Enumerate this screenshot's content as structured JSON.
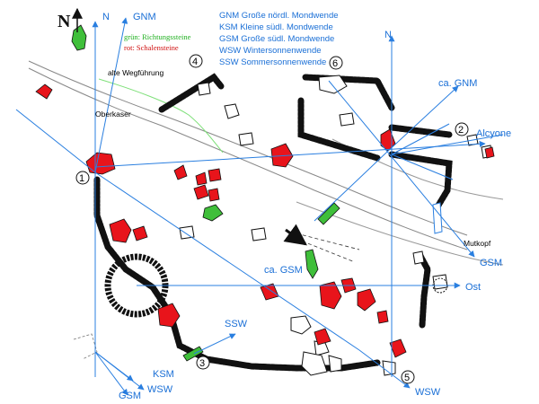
{
  "north_symbol": {
    "letter": "N"
  },
  "legend": {
    "green": "grün: Richtungssteine",
    "red": "rot: Schalensteine",
    "abbreviations": [
      "GNM Große nördl. Mondwende",
      "KSM Kleine südl. Mondwende",
      "GSM Große südl. Mondwende",
      "WSW Wintersonnenwende",
      "SSW Sommersonnenwende"
    ]
  },
  "labels": {
    "gnm_top": "GNM",
    "n_left": "N",
    "n_right": "N",
    "ca_gnm": "ca. GNM",
    "alcyone": "Alcyone",
    "gsm_right": "GSM",
    "ost": "Ost",
    "ca_gsm": "ca. GSM",
    "ssw": "SSW",
    "ksm": "KSM",
    "gsm_bottom": "GSM",
    "wsw_bottom_left": "WSW",
    "wsw_bottom_right": "WSW",
    "alte_wegfuehrung": "alte Wegführung",
    "oberkaser": "Oberkaser",
    "mutkopf": "Mutkopf"
  },
  "stations": [
    "1",
    "2",
    "3",
    "4",
    "5",
    "6"
  ],
  "colors": {
    "rays": "#2a7fe0",
    "labels": "#1a6fd6",
    "red_stones": "#e8141b",
    "green_stones": "#3fbf3a",
    "green_text": "#20b020",
    "red_text": "#d01010"
  }
}
